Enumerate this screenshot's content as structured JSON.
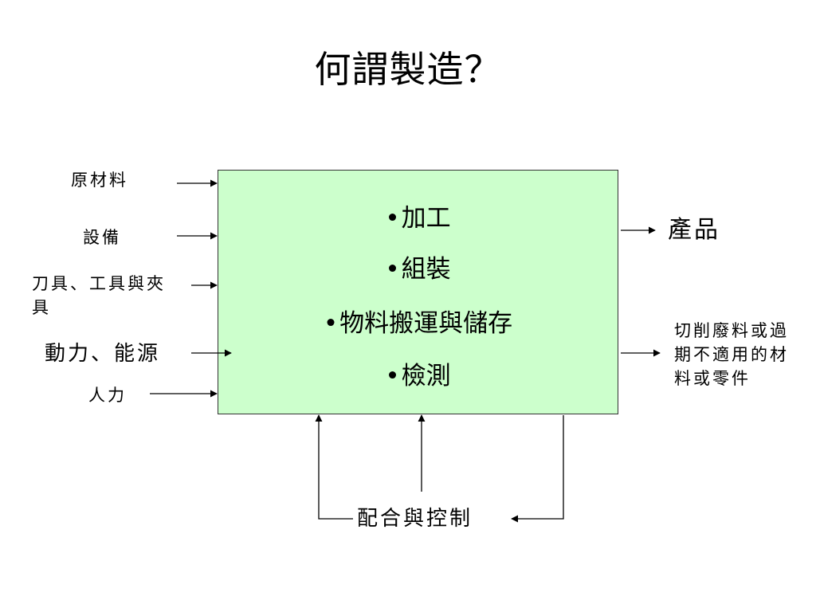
{
  "slide": {
    "title": "何謂製造？",
    "box_color": "#ccffcc",
    "process_items": [
      {
        "bullet": "•",
        "label": "加工"
      },
      {
        "bullet": "•",
        "label": "組裝"
      },
      {
        "bullet": "•",
        "label": "物料搬運與儲存"
      },
      {
        "bullet": "•",
        "label": "檢測"
      }
    ],
    "inputs": [
      {
        "label": "原材料"
      },
      {
        "label": "設備"
      },
      {
        "label": "刀具、工具與夾具"
      },
      {
        "label": "動力、能源"
      },
      {
        "label": "人力"
      }
    ],
    "outputs": [
      {
        "label": "產品"
      },
      {
        "label": "切削廢料或過期不適用的材料或零件"
      }
    ],
    "control": {
      "label": "配合與控制"
    }
  }
}
